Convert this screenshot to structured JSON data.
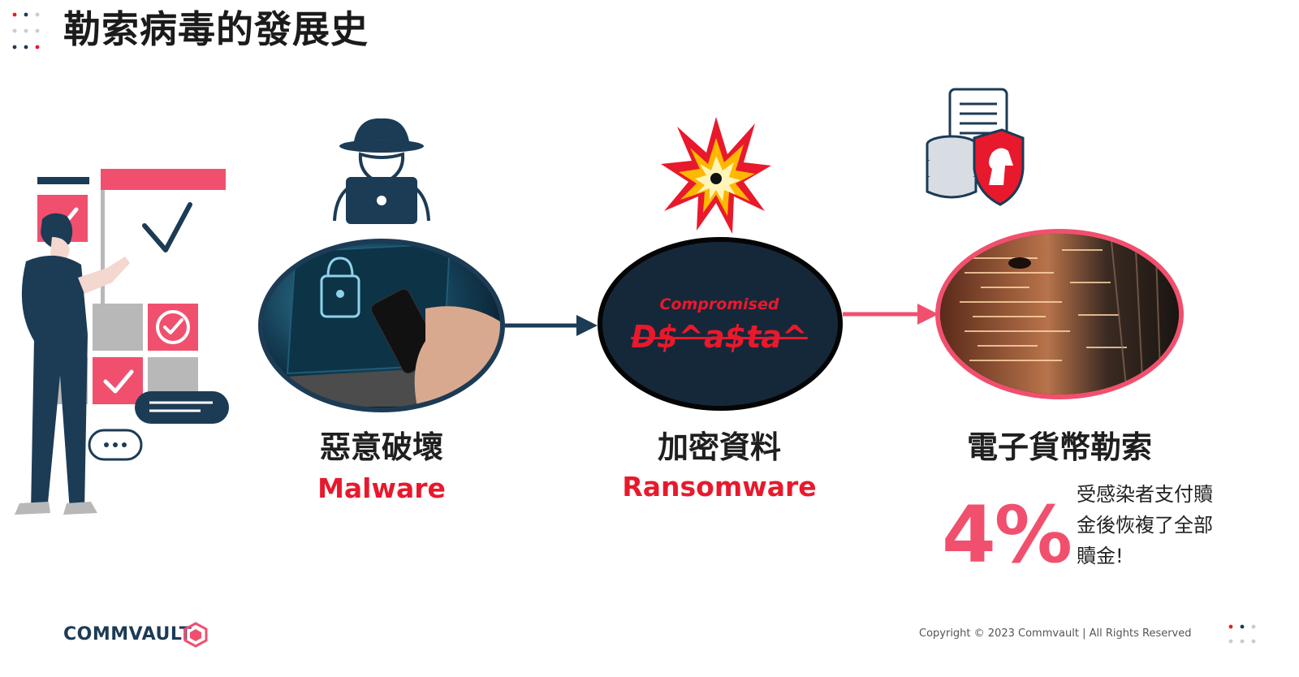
{
  "slide": {
    "title": "勒索病毒的發展史"
  },
  "stages": [
    {
      "name": "惡意破壞",
      "english": "Malware"
    },
    {
      "name": "加密資料",
      "english": "Ransomware"
    },
    {
      "name": "電子貨幣勒索",
      "english": ""
    }
  ],
  "compromised": {
    "label": "Compromised",
    "garbled_text": "D$^a$ta^"
  },
  "stat": {
    "percent": "4%",
    "description": "受感染者支付贖金後恢複了全部贖金!"
  },
  "footer": {
    "logo_text": "COMMVAULT",
    "copyright": "Copyright © 2023 Commvault | All Rights Reserved"
  },
  "colors": {
    "accent_red": "#e8192c",
    "accent_pink": "#f0506e",
    "navy": "#1c3b55",
    "grey_block": "#b8b8b8"
  }
}
